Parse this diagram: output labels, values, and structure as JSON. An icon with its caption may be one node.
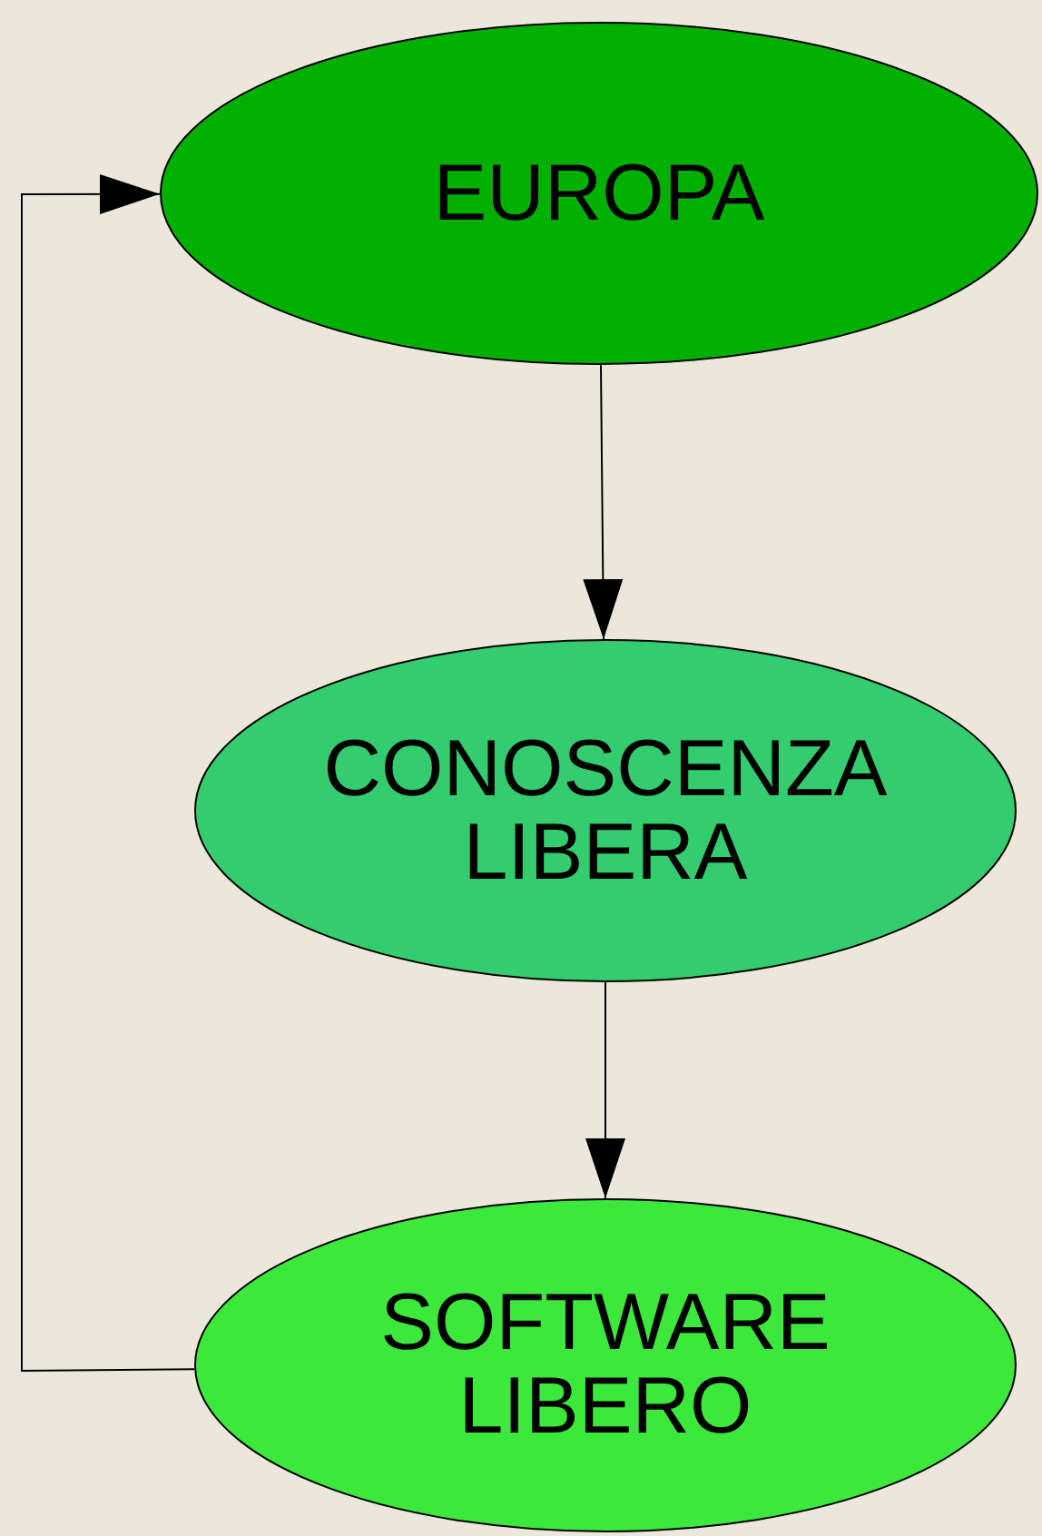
{
  "diagram": {
    "nodes": [
      {
        "text": [
          "EUROPA"
        ]
      },
      {
        "text": [
          "CONOSCENZA LIBERA"
        ]
      },
      {
        "text": [
          "SOFTWARE LIBERO"
        ]
      }
    ],
    "edges": [
      {
        "from": 0,
        "to": 1,
        "arrow": "to"
      },
      {
        "from": 1,
        "to": 2,
        "arrow": "to"
      },
      {
        "from": 2,
        "to": 0,
        "arrow": "to"
      }
    ]
  }
}
